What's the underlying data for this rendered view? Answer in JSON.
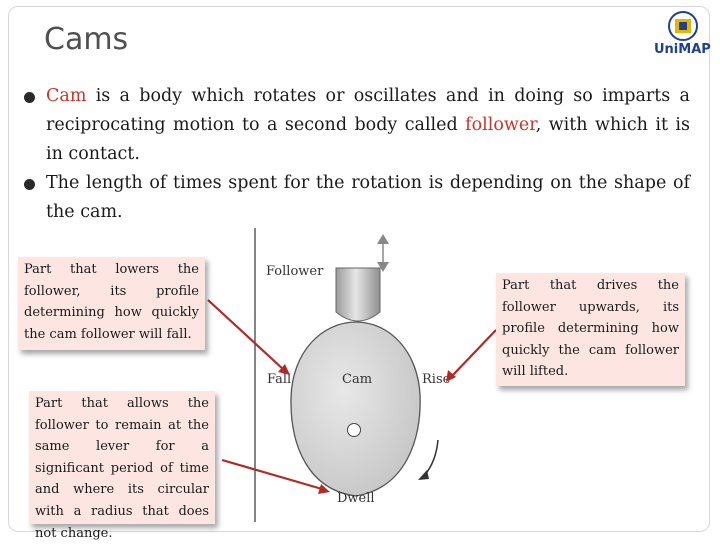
{
  "slide": {
    "title": "Cams",
    "logo_text": "UniMAP",
    "bullets": [
      {
        "parts": [
          {
            "text": "Cam",
            "highlight": true
          },
          {
            "text": " is a body which rotates or oscillates and in doing so imparts a reciprocating motion to a second body called ",
            "highlight": false
          },
          {
            "text": "follower",
            "highlight": true
          },
          {
            "text": ", with which it is in contact.",
            "highlight": false
          }
        ]
      },
      {
        "parts": [
          {
            "text": "The length of times spent for the rotation is depending on the shape of the cam.",
            "highlight": false
          }
        ]
      }
    ]
  },
  "notes": {
    "fall": "Part that lowers the follower, its profile determining how quickly the cam follower will fall.",
    "dwell": "Part that allows the follower to remain at the same lever for a significant period of time and where its circular with a radius that does not change.",
    "rise": "Part that drives the follower upwards, its profile determining how quickly the cam follower will lifted."
  },
  "diagram": {
    "follower_label": "Follower",
    "cam_label": "Cam",
    "fall_label": "Fall",
    "rise_label": "Rise",
    "dwell_label": "Dwell"
  },
  "colors": {
    "highlight": "#c0392b",
    "note_bg": "#fde6e2",
    "arrow": "#b02a28"
  }
}
